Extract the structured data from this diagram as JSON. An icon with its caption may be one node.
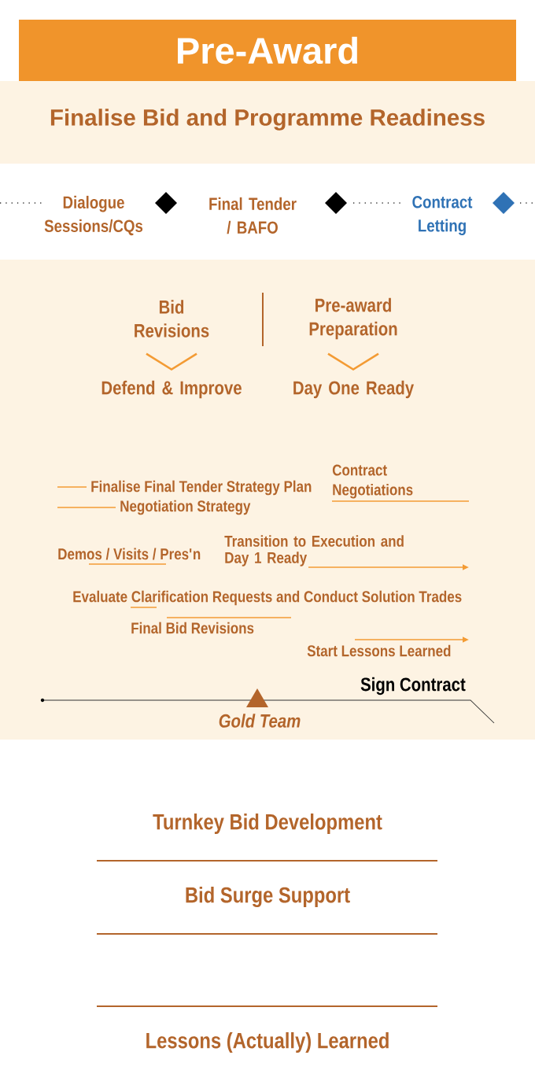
{
  "diagram": {
    "title": "Pre-Award",
    "nodes": [
      {
        "text": [
          "Bid Revisions"
        ]
      },
      {
        "text": [
          "Defend & Improve"
        ]
      },
      {
        "text": [
          "Pre-award Preparation"
        ]
      },
      {
        "text": [
          "Day One Ready"
        ]
      }
    ],
    "edges": [
      {
        "from": 0,
        "to": 1,
        "arrow": "to"
      },
      {
        "from": 2,
        "to": 3,
        "arrow": "to"
      }
    ],
    "labels": [
      "Finalise Bid and Programme Readiness",
      "Dialogue Sessions/CQs",
      "Final Tender / BAFO",
      "Contract Letting",
      "Finalise Final Tender Strategy Plan",
      "Contract Negotiations",
      "Negotiation Strategy",
      "Demos / Visits / Pres'n",
      "Transition to Execution and Day 1 Ready",
      "Evaluate Clarification Requests and Conduct Solution Trades",
      "Final Bid Revisions",
      "Start Lessons Learned",
      "Sign Contract",
      "Gold Team",
      "Turnkey Bid Development",
      "Bid Surge Support",
      "Lessons (Actually) Learned"
    ]
  }
}
